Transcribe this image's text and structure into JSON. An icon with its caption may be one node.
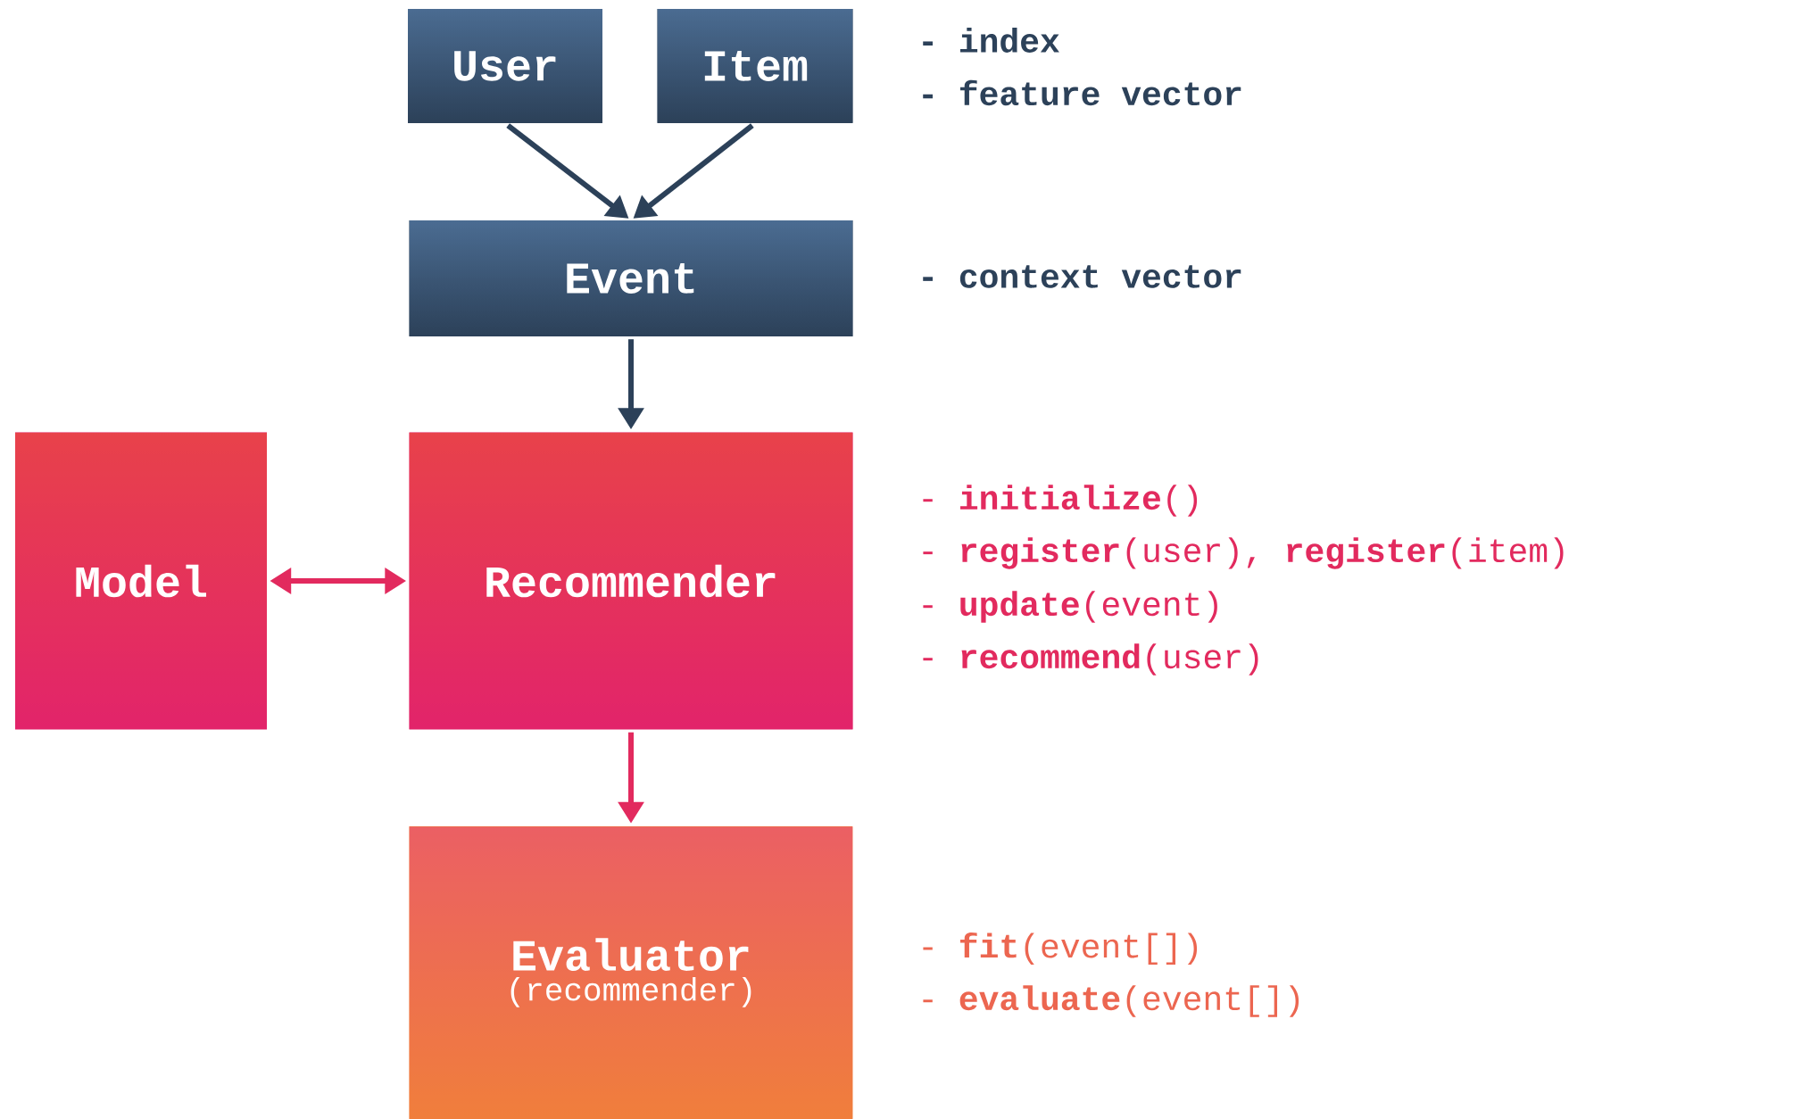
{
  "diagram": {
    "nodes": [
      {
        "text": [
          "User"
        ]
      },
      {
        "text": [
          "Item"
        ]
      },
      {
        "text": [
          "Event"
        ]
      },
      {
        "text": [
          "Model"
        ]
      },
      {
        "text": [
          "Recommender"
        ]
      },
      {
        "text": [
          "Evaluator",
          "(recommender)"
        ]
      }
    ],
    "edges": [
      {
        "from": 0,
        "to": 2,
        "arrow": "to"
      },
      {
        "from": 1,
        "to": 2,
        "arrow": "to"
      },
      {
        "from": 2,
        "to": 4,
        "arrow": "to"
      },
      {
        "from": 3,
        "to": 4,
        "arrow": "both",
        "color": "#e22a5e"
      },
      {
        "from": 4,
        "to": 5,
        "arrow": "to",
        "color": "#e22a5e"
      }
    ],
    "labels": [
      "- index",
      "- feature vector",
      "- context vector",
      "- **initialize**()",
      "- **register**(user), **register**(item)",
      "- **update**(event)",
      "- **recommend**(user)",
      "- **fit**(event[])",
      "- **evaluate**(event[])"
    ]
  }
}
